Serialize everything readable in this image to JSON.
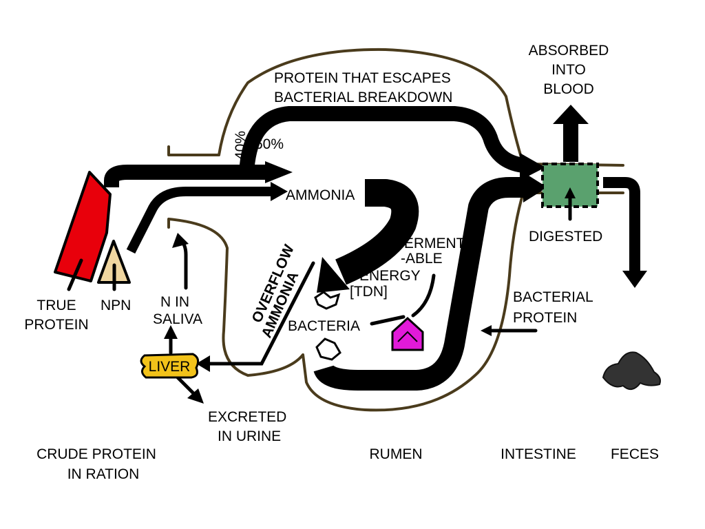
{
  "labels": {
    "escape_line1": "PROTEIN THAT ESCAPES",
    "escape_line2": "BACTERIAL BREAKDOWN",
    "pct40": "40%",
    "pct60": "60%",
    "ammonia": "AMMONIA",
    "absorbed_line1": "ABSORBED",
    "absorbed_line2": "INTO",
    "absorbed_line3": "BLOOD",
    "digested": "DIGESTED",
    "fermentable_line1": "FERMENT",
    "fermentable_line2": "-ABLE",
    "energy_line1": "ENERGY",
    "energy_line2": "[TDN]",
    "overflow_line1": "OVERFLOW",
    "overflow_line2": "AMMONIA",
    "bacteria": "BACTERIA",
    "bacterial_protein_line1": "BACTERIAL",
    "bacterial_protein_line2": "PROTEIN",
    "true_protein_line1": "TRUE",
    "true_protein_line2": "PROTEIN",
    "npn": "NPN",
    "n_in_saliva_line1": "N IN",
    "n_in_saliva_line2": "SALIVA",
    "liver": "LIVER",
    "excreted_line1": "EXCRETED",
    "excreted_line2": "IN URINE"
  },
  "captions": {
    "crude_line1": "CRUDE PROTEIN",
    "crude_line2": "IN RATION",
    "rumen": "RUMEN",
    "intestine": "INTESTINE",
    "feces": "FECES"
  },
  "colors": {
    "true_protein": "#e8000b",
    "npn": "#f0d6a0",
    "liver": "#f2c21a",
    "digested_box": "#5aa16e",
    "fermentable_energy": "#e21ad9",
    "outline": "#4a3b1c",
    "feces": "#333333"
  }
}
